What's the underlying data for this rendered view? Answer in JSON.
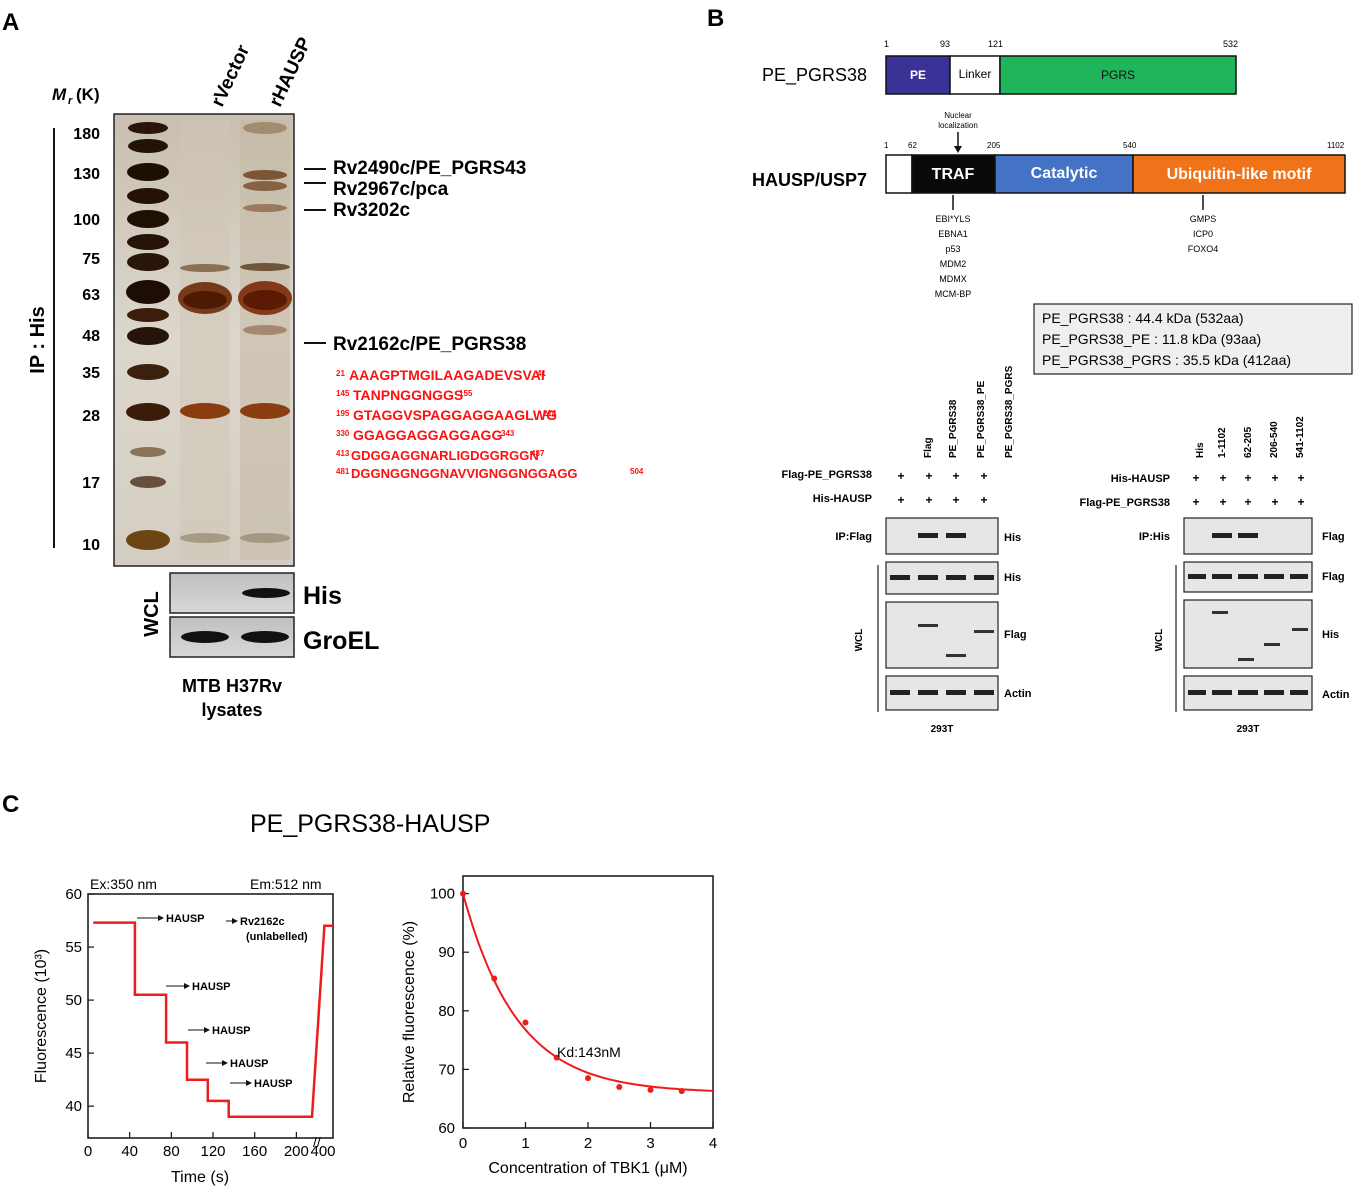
{
  "panels": {
    "a": {
      "label": "A",
      "mr_label": "M",
      "mr_sub": "r",
      "mr_unit": "(K)",
      "lanes": [
        "rVector",
        "rHAUSP"
      ],
      "markers": [
        "180",
        "130",
        "100",
        "75",
        "63",
        "48",
        "35",
        "28",
        "17",
        "10"
      ],
      "ip_label": "IP : His",
      "proteins": [
        "Rv2490c/PE_PGRS43",
        "Rv2967c/pca",
        "Rv3202c",
        "Rv2162c/PE_PGRS38"
      ],
      "peptides": [
        {
          "start": "21",
          "seq": "AAAGPTMGILAAGADEVSVAI",
          "end": "41"
        },
        {
          "start": "145",
          "seq": "TANPNGGNGGS",
          "end": "155"
        },
        {
          "start": "195",
          "seq": "GTAGGVSPAGGAGGAAGLWG",
          "end": "214"
        },
        {
          "start": "330",
          "seq": "GGAGGAGGAGGAGG",
          "end": "343"
        },
        {
          "start": "413",
          "seq": "GDGGAGGNARLIGDGGRGGN",
          "end": "437"
        },
        {
          "start": "481",
          "seq": "DGGNGGNGGNAVVIGNGGNGGAGG",
          "end": "504"
        }
      ],
      "wcl_label": "WCL",
      "wcl_blots": [
        "His",
        "GroEL"
      ],
      "caption_line1": "MTB H37Rv",
      "caption_line2": "lysates"
    },
    "b": {
      "label": "B",
      "pe_name": "PE_PGRS38",
      "pe_ticks": [
        "1",
        "93",
        "121",
        "532"
      ],
      "pe_domains": [
        "PE",
        "Linker",
        "PGRS"
      ],
      "nls_line1": "Nuclear",
      "nls_line2": "localization",
      "hausp_name": "HAUSP/USP7",
      "hausp_ticks": [
        "1",
        "62",
        "205",
        "540",
        "1102"
      ],
      "hausp_domains": [
        "TRAF",
        "Catalytic",
        "Ubiquitin-like motif"
      ],
      "traf_binders": [
        "EBI*YLS",
        "EBNA1",
        "p53",
        "MDM2",
        "MDMX",
        "MCM-BP"
      ],
      "ubl_binders": [
        "GMPS",
        "ICP0",
        "FOXO4"
      ],
      "sizes": [
        "PE_PGRS38 : 44.4 kDa (532aa)",
        "PE_PGRS38_PE : 11.8 kDa (93aa)",
        "PE_PGRS38_PGRS : 35.5 kDa (412aa)"
      ],
      "blot_left": {
        "lanes": [
          "Flag",
          "PE_PGRS38",
          "PE_PGRS38_PE",
          "PE_PGRS38_PGRS"
        ],
        "row1": "Flag-PE_PGRS38",
        "row2": "His-HAUSP",
        "ip": "IP:Flag",
        "blots": [
          "His",
          "His",
          "Flag",
          "Actin"
        ],
        "wcl": "WCL",
        "cell": "293T"
      },
      "blot_right": {
        "lanes": [
          "His",
          "1-1102",
          "62-205",
          "206-540",
          "541-1102"
        ],
        "row1": "His-HAUSP",
        "row2": "Flag-PE_PGRS38",
        "ip": "IP:His",
        "blots": [
          "Flag",
          "Flag",
          "His",
          "Actin"
        ],
        "wcl": "WCL",
        "cell": "293T"
      },
      "plus": "+"
    },
    "c": {
      "label": "C",
      "title": "PE_PGRS38-HAUSP"
    }
  },
  "chart_data": [
    {
      "type": "line",
      "ex_label": "Ex:350 nm",
      "em_label": "Em:512 nm",
      "xlabel": "Time (s)",
      "ylabel": "Fluorescence (10³)",
      "xticks": [
        "0",
        "40",
        "80",
        "120",
        "160",
        "200",
        "400"
      ],
      "yticks": [
        "40",
        "45",
        "50",
        "55",
        "60"
      ],
      "ylim": [
        37,
        60
      ],
      "axis_break": "//",
      "series": [
        {
          "x": [
            5,
            45,
            45,
            75,
            75,
            95,
            95,
            115,
            115,
            135,
            135,
            215,
            225,
            232
          ],
          "y": [
            57.3,
            57.3,
            50.5,
            50.5,
            46.0,
            46.0,
            42.5,
            42.5,
            40.5,
            40.5,
            39.0,
            39.0,
            57.0,
            57.0
          ]
        }
      ],
      "annotations": [
        "HAUSP",
        "HAUSP",
        "HAUSP",
        "HAUSP",
        "HAUSP",
        "Rv2162c",
        "(unlabelled)"
      ],
      "color": "#ee1c1c"
    },
    {
      "type": "scatter",
      "xlabel": "Concentration of TBK1 (μM)",
      "ylabel": "Relative fluorescence (%)",
      "xlim": [
        0,
        4
      ],
      "ylim": [
        60,
        103
      ],
      "xticks": [
        "0",
        "1",
        "2",
        "3",
        "4"
      ],
      "yticks": [
        "60",
        "70",
        "80",
        "90",
        "100"
      ],
      "x": [
        0,
        0.5,
        1.0,
        1.5,
        2.0,
        2.5,
        3.0,
        3.5
      ],
      "y": [
        100,
        85.5,
        78,
        72,
        68.5,
        67,
        66.5,
        66.3
      ],
      "fit_label": "Kd:143nM",
      "color": "#ee1c1c"
    }
  ]
}
